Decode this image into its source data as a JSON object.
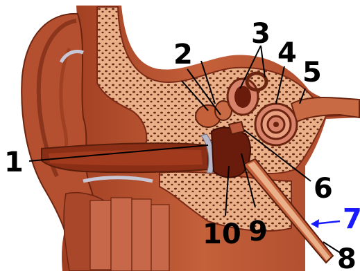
{
  "diagram": {
    "colors": {
      "background": "#ffffff",
      "label_text": "#000000",
      "highlight_label": "#1a1aff",
      "tissue": "#b4502f",
      "tissue_dark": "#7a2a16",
      "tissue_light": "#d9826a",
      "bone": "#e9b08a",
      "bone_spot": "#6b2a14"
    },
    "labels": [
      {
        "id": "1",
        "text": "1"
      },
      {
        "id": "2",
        "text": "2"
      },
      {
        "id": "3",
        "text": "3"
      },
      {
        "id": "4",
        "text": "4"
      },
      {
        "id": "5",
        "text": "5"
      },
      {
        "id": "6",
        "text": "6"
      },
      {
        "id": "7",
        "text": "7"
      },
      {
        "id": "8",
        "text": "8"
      },
      {
        "id": "9",
        "text": "9"
      },
      {
        "id": "10",
        "text": "10"
      }
    ]
  }
}
